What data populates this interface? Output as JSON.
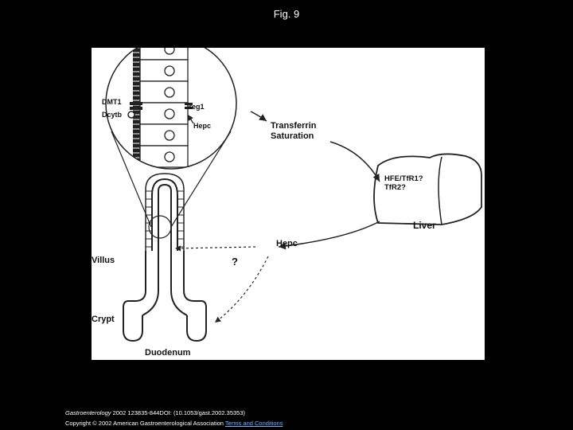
{
  "figure": {
    "title": "Fig. 9"
  },
  "diagram": {
    "labels": {
      "dmt1": "DMT1",
      "dcytb": "Dcytb",
      "ireg1": "Ireg1",
      "hepc_small": "Hepc",
      "transferrin_saturation": "Transferrin Saturation",
      "hfe_receptors": "HFE/TfR1? TfR2?",
      "liver": "Liver",
      "hepc": "Hepc",
      "question": "?",
      "villus": "Villus",
      "crypt": "Crypt",
      "duodenum": "Duodenum"
    }
  },
  "footer": {
    "journal": "Gastroenterology",
    "citation": " 2002 123835-844DOI: (10.1053/gast.2002.35353)",
    "copyright": "Copyright © 2002 American Gastroenterological Association",
    "terms_link": "Terms and Conditions"
  },
  "colors": {
    "background": "#000000",
    "panel": "#ffffff",
    "ink": "#222222",
    "link": "#7fb0ff"
  }
}
